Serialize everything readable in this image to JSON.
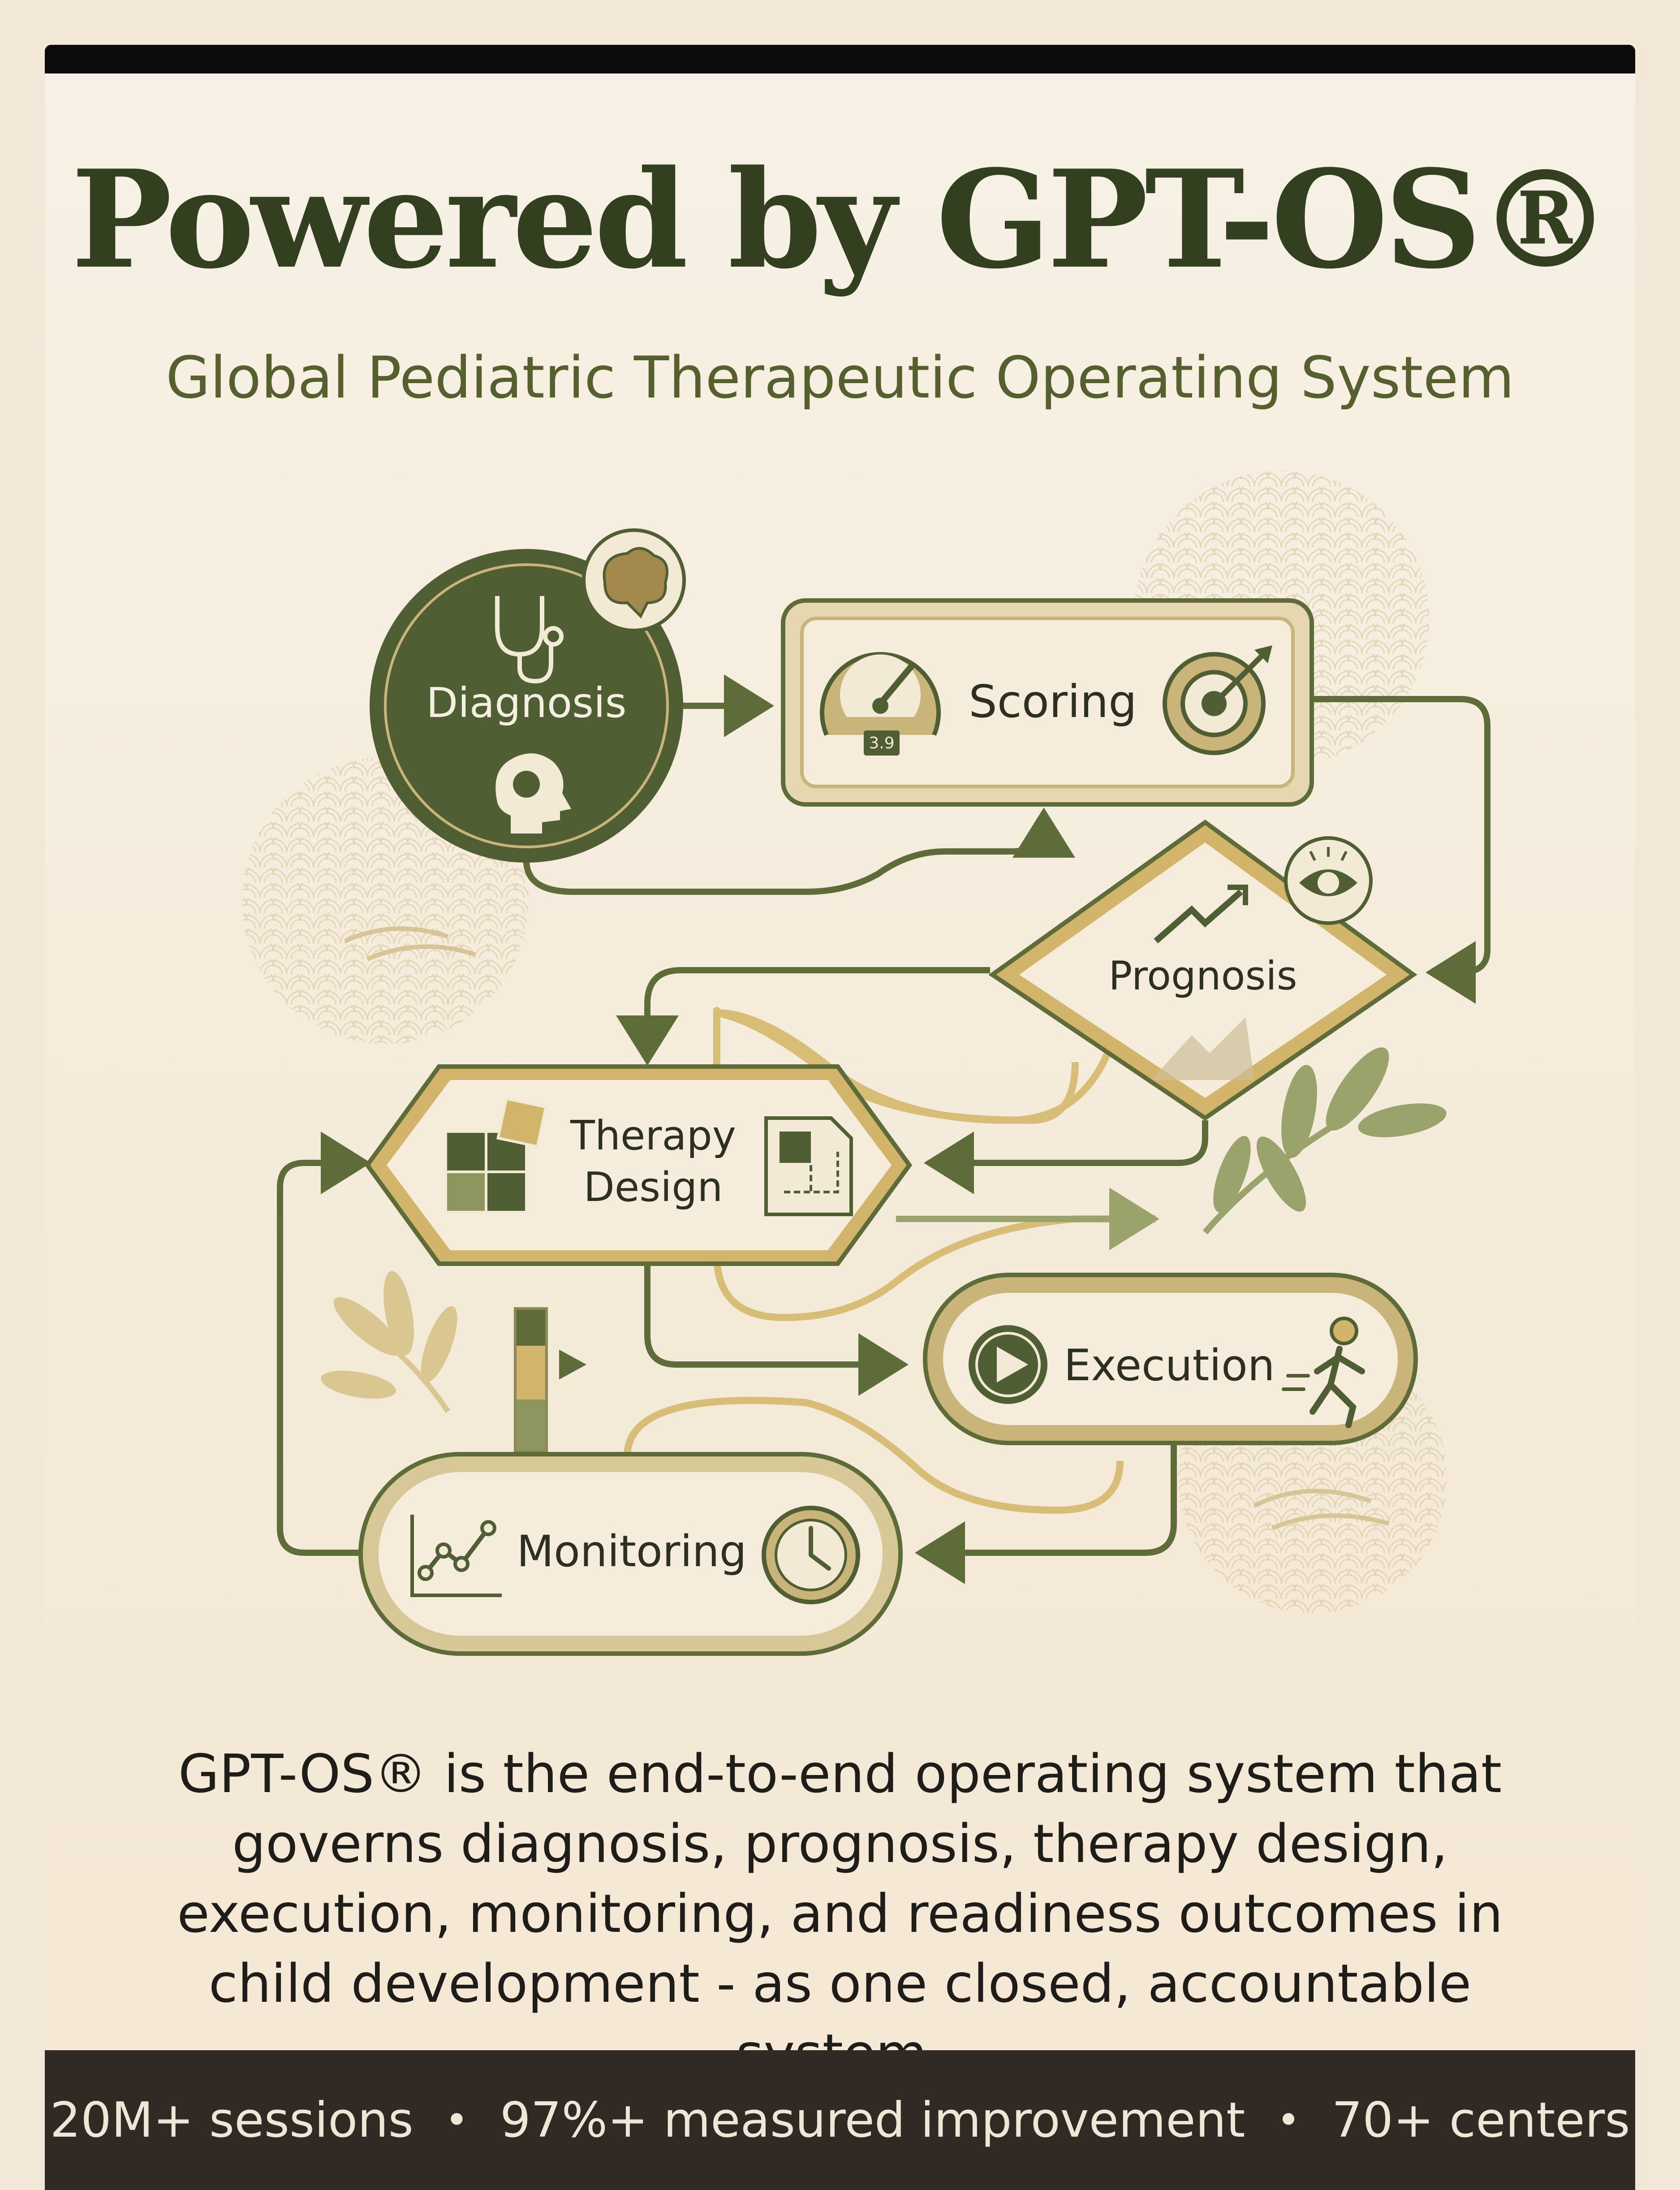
{
  "header": {
    "title": "Powered by GPT-OS®",
    "subtitle": "Global Pediatric Therapeutic Operating System"
  },
  "nodes": {
    "diagnosis": "Diagnosis",
    "scoring": "Scoring",
    "scoring_gauge_value": "3.9",
    "prognosis": "Prognosis",
    "therapy_line1": "Therapy",
    "therapy_line2": "Design",
    "execution": "Execution",
    "monitoring": "Monitoring"
  },
  "description": "GPT-OS® is the end-to-end operating system that governs diagnosis, prognosis, therapy design, execution, monitoring, and readiness outcomes in child development - as one closed, accountable system.",
  "stats": [
    "20M+ sessions",
    "97%+ measured improvement",
    "70+ centers"
  ],
  "stats_separator": "•",
  "colors": {
    "olive_dark": "#4f5e33",
    "olive": "#6b7a45",
    "gold": "#d2b56a",
    "cream": "#f3ead6",
    "text_dark": "#33401f",
    "footer_bg": "#312a24"
  }
}
